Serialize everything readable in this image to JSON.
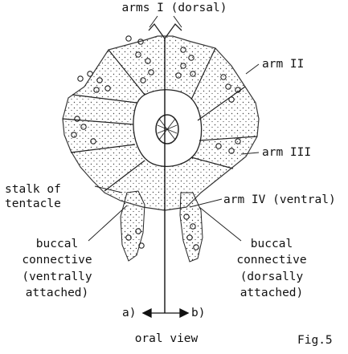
{
  "labels": {
    "arms_dorsal": "arms I (dorsal)",
    "arm_ii": "arm II",
    "arm_iii": "arm III",
    "stalk_line1": "stalk of",
    "stalk_line2": "tentacle",
    "arm_iv": "arm IV (ventral)",
    "buccal_left_1": "buccal",
    "buccal_left_2": "connective",
    "buccal_left_3": "(ventrally",
    "buccal_left_4": "attached)",
    "buccal_right_1": "buccal",
    "buccal_right_2": "connective",
    "buccal_right_3": "(dorsally",
    "buccal_right_4": "attached)",
    "side_a": "a)",
    "side_b": "b)",
    "caption": "oral view",
    "figure_number": "Fig.5"
  }
}
